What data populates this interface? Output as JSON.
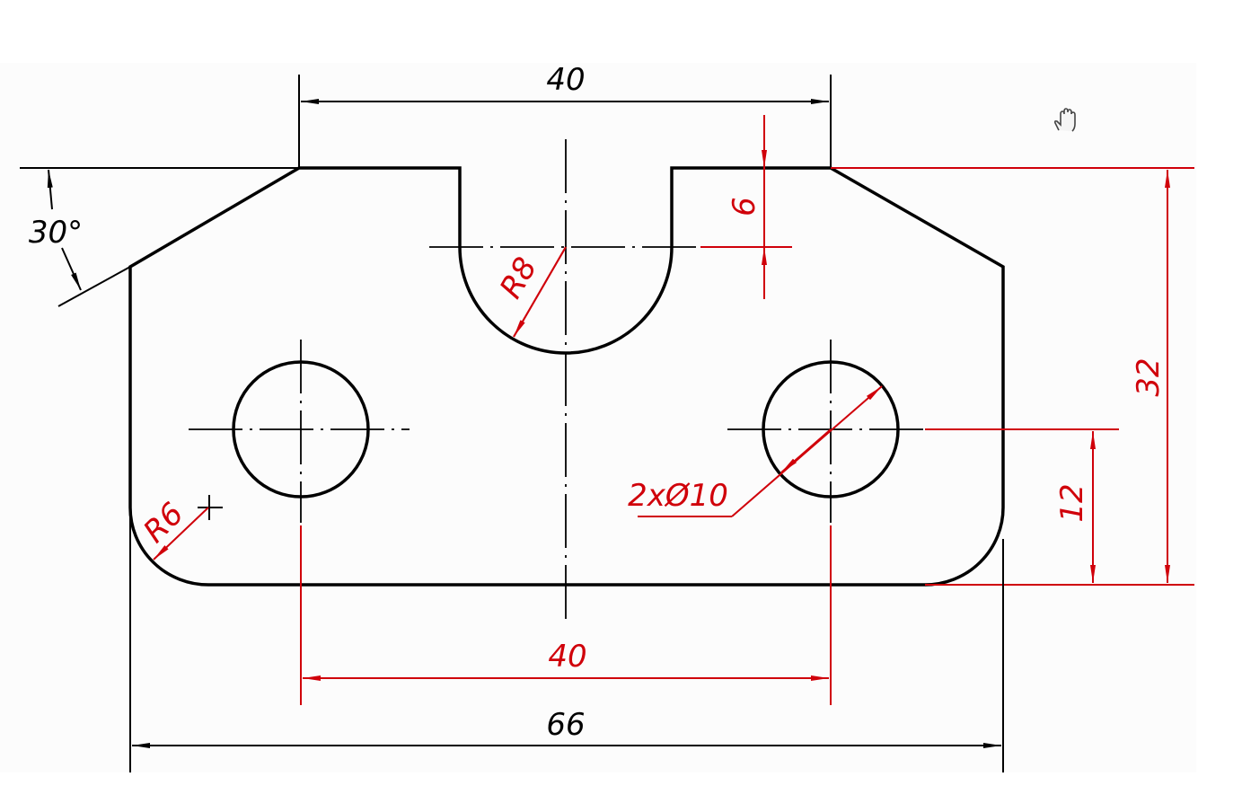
{
  "drawing": {
    "dimensions": {
      "top_width": "40",
      "chamfer_angle": "30°",
      "slot_depth": "6",
      "slot_radius": "R8",
      "total_height": "32",
      "hole_height": "12",
      "holes": "2xØ10",
      "corner_radius": "R6",
      "hole_spacing": "40",
      "total_width": "66"
    },
    "colors": {
      "outline": "#000000",
      "dimension_highlight": "#d0000a"
    },
    "cursor_icon": "hand-pan-icon"
  }
}
